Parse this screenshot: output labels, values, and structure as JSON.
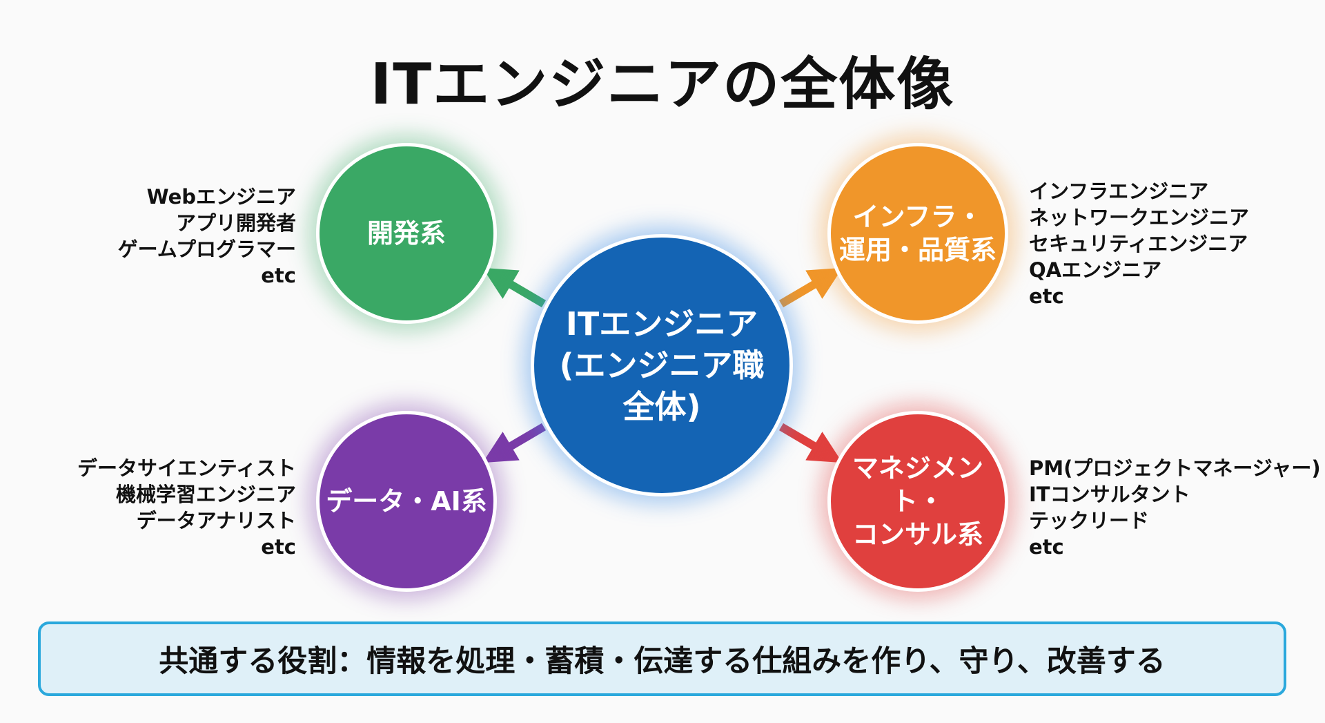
{
  "title": "ITエンジニアの全体像",
  "center": {
    "lines": [
      "ITエンジニア",
      "(エンジニア職",
      "全体)"
    ],
    "color": "#1464b4"
  },
  "categories": [
    {
      "label_lines": [
        "開発系"
      ],
      "color": "#3aa865",
      "items": [
        "Webエンジニア",
        "アプリ開発者",
        "ゲームプログラマー",
        "etc"
      ]
    },
    {
      "label_lines": [
        "インフラ・",
        "運用・品質系"
      ],
      "color": "#f0962a",
      "items": [
        "インフラエンジニア",
        "ネットワークエンジニア",
        "セキュリティエンジニア",
        "QAエンジニア",
        "etc"
      ]
    },
    {
      "label_lines": [
        "データ・AI系"
      ],
      "color": "#7a3ba8",
      "items": [
        "データサイエンティスト",
        "機械学習エンジニア",
        "データアナリスト",
        "etc"
      ]
    },
    {
      "label_lines": [
        "マネジメント・",
        "コンサル系"
      ],
      "color": "#e0403e",
      "items": [
        "PM(プロジェクトマネージャー)",
        "ITコンサルタント",
        "テックリード",
        "etc"
      ]
    }
  ],
  "footer": "共通する役割：情報を処理・蓄積・伝達する仕組みを作り、守り、改善する"
}
